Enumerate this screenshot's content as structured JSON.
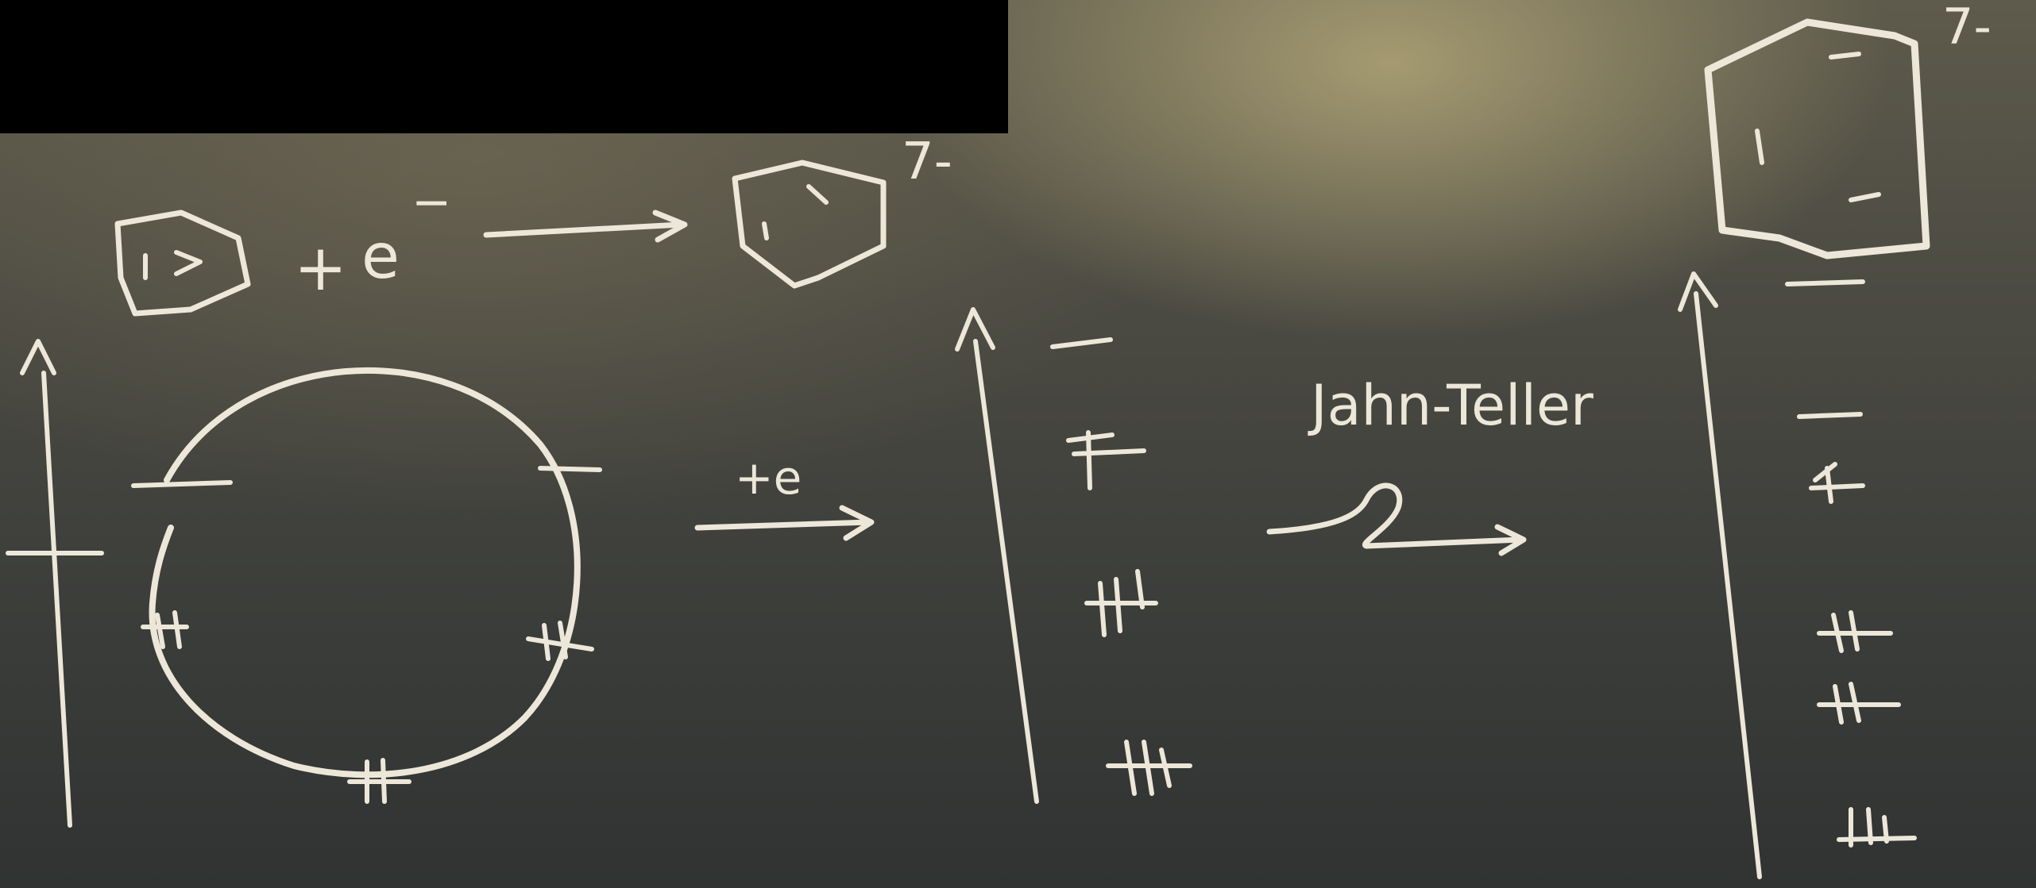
{
  "board": {
    "reaction": {
      "plus": "+",
      "electron": "e",
      "electron_charge": "−",
      "product_label": "7-"
    },
    "arrow_add_electron_label": "+e",
    "jahn_teller_label": "Jahn-Teller",
    "distorted_product_label": "7-"
  },
  "colors": {
    "chalk": "#ece7d8",
    "board_top": "#5e5b4c",
    "board_bottom": "#303332",
    "redaction": "#000000"
  }
}
